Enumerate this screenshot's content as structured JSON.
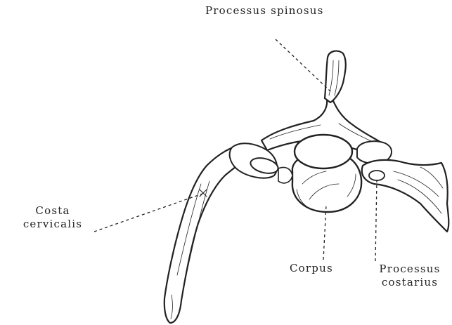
{
  "labels": {
    "processus_spinosus": "Processus spinosus",
    "costa_cervicalis_line1": "Costa",
    "costa_cervicalis_line2": "cervicalis",
    "corpus": "Corpus",
    "processus_costarius_line1": "Processus",
    "processus_costarius_line2": "costarius"
  },
  "colors": {
    "ink": "#222222",
    "background": "#ffffff"
  }
}
